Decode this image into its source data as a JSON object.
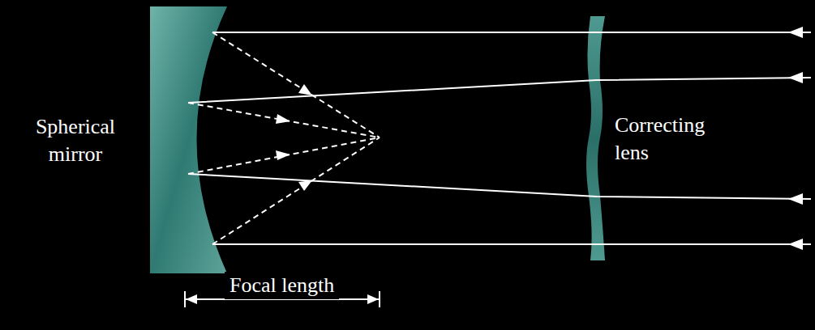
{
  "diagram": {
    "labels": [
      "Spherical mirror",
      "Correcting lens",
      "Focal length"
    ]
  }
}
